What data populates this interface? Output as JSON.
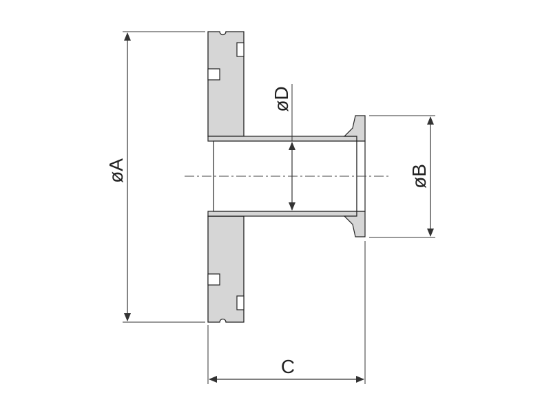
{
  "colors": {
    "part_fill": "#d6d6d6",
    "outline": "#222222",
    "dimension_line": "#333333",
    "background": "#ffffff"
  },
  "labels": {
    "diameter_a": "øA",
    "diameter_b": "øB",
    "length_c": "C",
    "diameter_d": "øD"
  }
}
